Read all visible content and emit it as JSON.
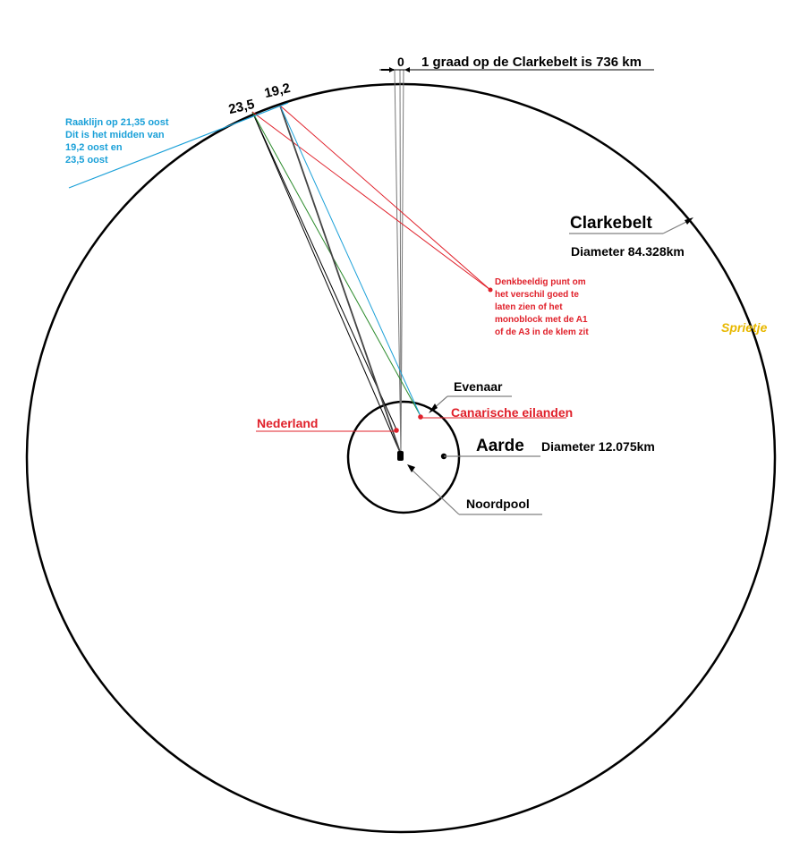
{
  "labels": {
    "degree_zero": "0",
    "degree_note": "1 graad op de Clarkebelt is 736 km",
    "pos_23_5": "23,5",
    "pos_19_2": "19,2",
    "tangent_note": [
      "Raaklijn op 21,35 oost",
      "Dit is het midden van",
      "19,2 oost en",
      "23,5 oost"
    ],
    "clarkebelt_title": "Clarkebelt",
    "clarkebelt_diameter": "Diameter 84.328km",
    "imaginary_point_note": [
      "Denkbeeldig punt om",
      "het verschil goed te",
      "laten zien of het",
      "monoblock met de A1",
      "of de A3 in de klem zit"
    ],
    "author": "Sprietje",
    "equator": "Evenaar",
    "canary_islands": "Canarische eilanden",
    "netherlands": "Nederland",
    "earth_title": "Aarde",
    "earth_diameter": "Diameter 12.075km",
    "north_pole": "Noordpool"
  },
  "colors": {
    "outline": "#000000",
    "blue_text": "#1aa0d8",
    "red_text": "#e0202a",
    "yellow_text": "#e8b800",
    "green_line": "#2a8a2a",
    "leader_gray": "#808080"
  }
}
